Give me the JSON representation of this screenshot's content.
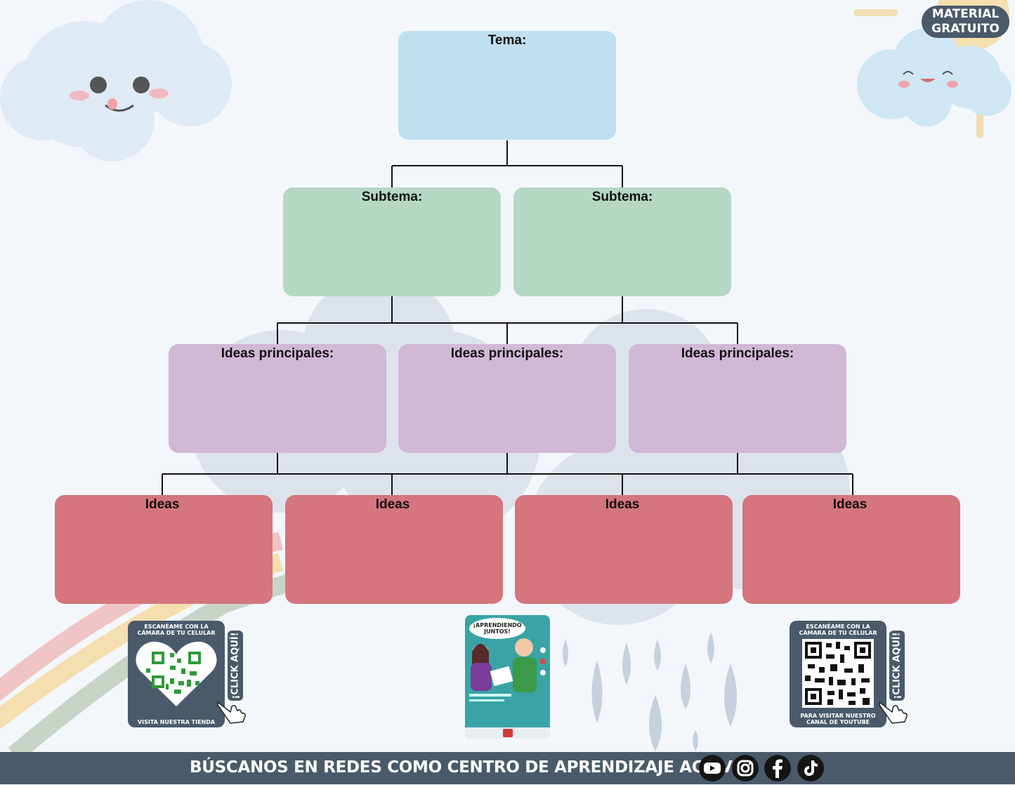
{
  "badge": {
    "line1": "MATERIAL",
    "line2": "GRATUITO"
  },
  "diagram": {
    "tema": "Tema:",
    "subtema": [
      "Subtema:",
      "Subtema:"
    ],
    "ideas_principales": [
      "Ideas principales:",
      "Ideas principales:",
      "Ideas principales:"
    ],
    "ideas": [
      "Ideas",
      "Ideas",
      "Ideas",
      "Ideas"
    ]
  },
  "qr_left": {
    "top": "ESCANÉAME CON LA CÁMARA DE TU CELULAR",
    "bottom": "VISITA NUESTRA TIENDA",
    "tab": "¡CLICK AQUÍ!"
  },
  "qr_right": {
    "top": "ESCANÉAME CON LA CÁMARA DE TU CELULAR",
    "bottom": "PARA VISITAR NUESTRO CANAL DE YOUTUBE",
    "tab": "¡CLICK AQUÍ!"
  },
  "poster": {
    "bubble": "¡APRENDIENDO JUNTOS!"
  },
  "footer": {
    "text": "BÚSCANOS EN REDES COMO CENTRO DE APRENDIZAJE ACTIVO"
  },
  "social_icons": [
    "youtube-icon",
    "instagram-icon",
    "facebook-icon",
    "tiktok-icon"
  ],
  "colors": {
    "tema": "#c0dff0",
    "subtema": "#b5d8c4",
    "ideas_principales": "#d0b8d6",
    "ideas": "#d5757e",
    "dark": "#4a5a6a"
  }
}
